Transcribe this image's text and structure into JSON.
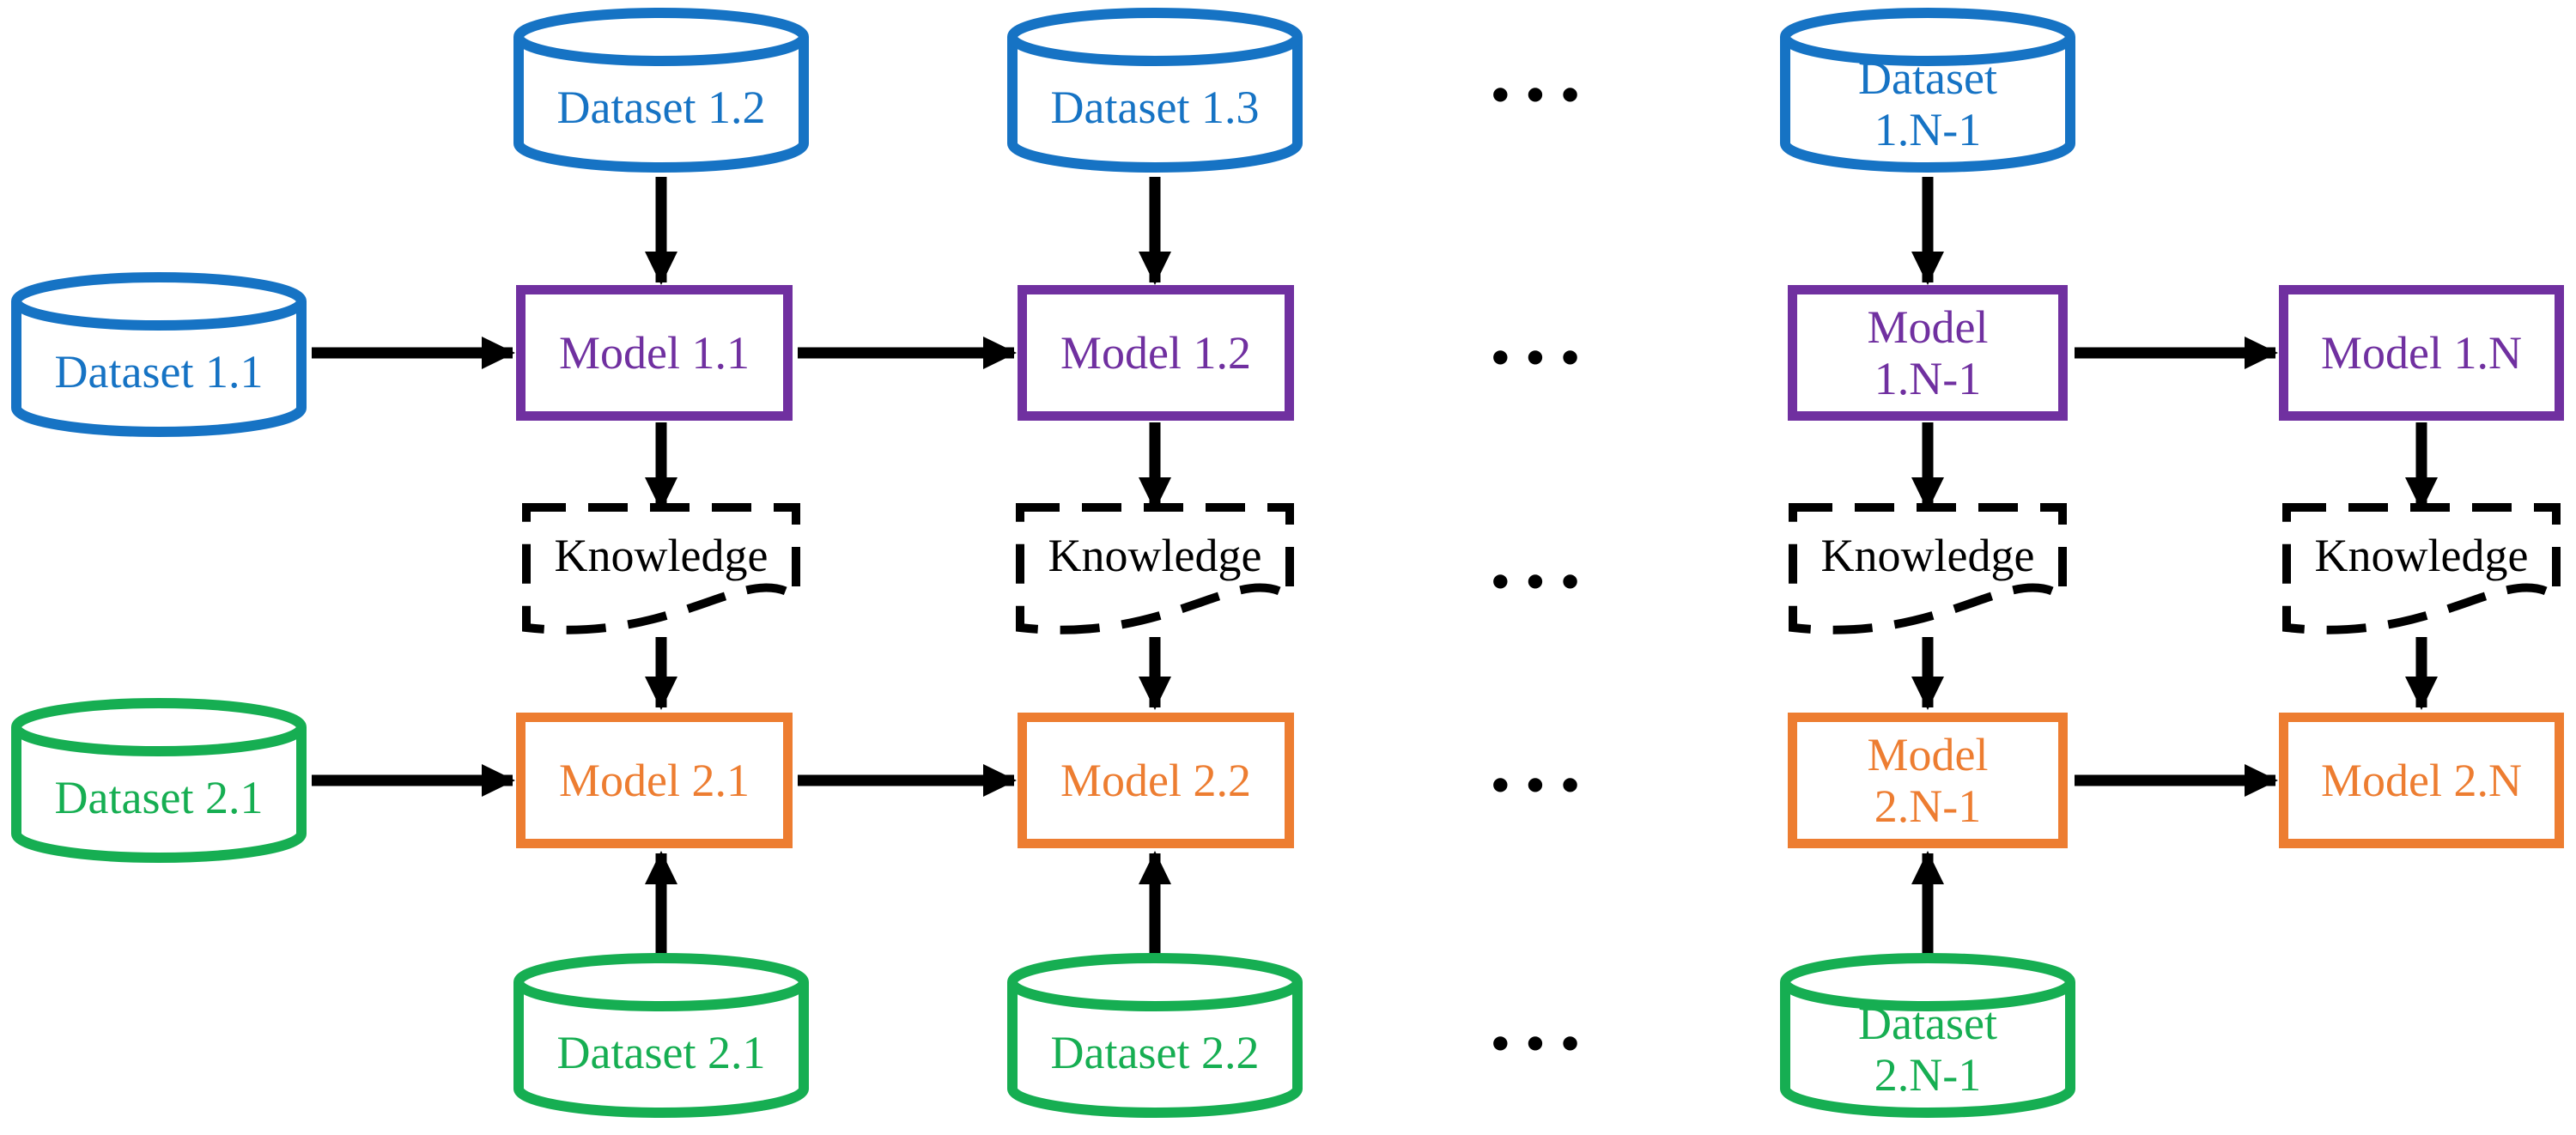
{
  "colors": {
    "blue": "#1673C4",
    "green": "#16AE52",
    "purple": "#7030A0",
    "orange": "#ED7D31",
    "line": "#000000"
  },
  "nodes": {
    "dataset_1_1": {
      "label": "Dataset 1.1"
    },
    "dataset_1_2": {
      "label": "Dataset 1.2"
    },
    "dataset_1_3": {
      "label": "Dataset 1.3"
    },
    "dataset_1_n_minus_1": {
      "label": "Dataset\n1.N-1"
    },
    "model_1_1": {
      "label": "Model 1.1"
    },
    "model_1_2": {
      "label": "Model 1.2"
    },
    "model_1_n_minus_1": {
      "label": "Model\n1.N-1"
    },
    "model_1_n": {
      "label": "Model 1.N"
    },
    "knowledge": {
      "label": "Knowledge"
    },
    "dataset_2_1_input": {
      "label": "Dataset 2.1"
    },
    "model_2_1": {
      "label": "Model 2.1"
    },
    "model_2_2": {
      "label": "Model 2.2"
    },
    "model_2_n_minus_1": {
      "label": "Model\n2.N-1"
    },
    "model_2_n": {
      "label": "Model 2.N"
    },
    "dataset_2_1": {
      "label": "Dataset 2.1"
    },
    "dataset_2_2": {
      "label": "Dataset 2.2"
    },
    "dataset_2_n_minus_1": {
      "label": "Dataset\n2.N-1"
    }
  },
  "ellipsis": "···"
}
